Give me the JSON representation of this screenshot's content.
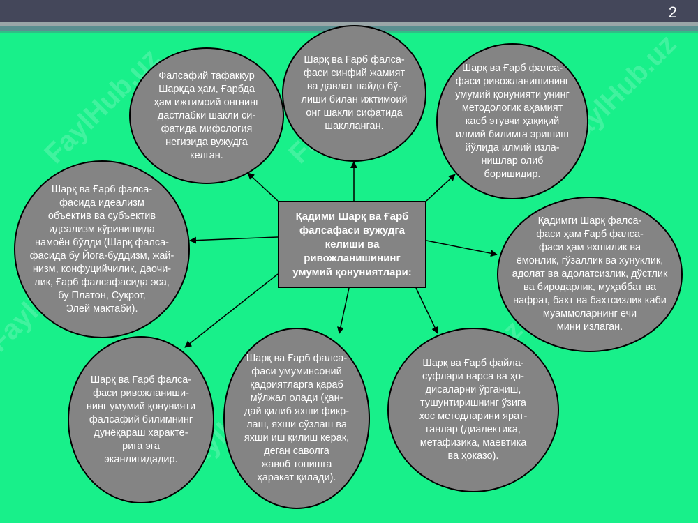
{
  "slide": {
    "page_number": "2",
    "watermark": "FaylHub.uz",
    "center": "Қадими Шарқ ва Ғарб\nфалсафаси вужудга\nкелиши ва\nривожланишининг\nумумий қонуниятлари:",
    "nodes": [
      "Фалсафий тафаккур\nШарқда ҳам, Ғарбда\nҳам ижтимоий онгнинг\nдастлабки шакли си-\nфатида мифология\nнегизида вужудга\nкелган.",
      "Шарқ ва Ғарб фалса-\nфаси синфий жамият\nва давлат пайдо бў-\nлиши билан ижтимоий\nонг шакли сифатида\nшаклланган.",
      "Шарқ ва Ғарб фалса-\nфаси ривожланишининг\nумумий қонунияти унинг\nметодологик аҳамият\nкасб этувчи ҳақиқий\nилмий билимга эришиш\nйўлида илмий изла-\nнишлар олиб\nборишидир.",
      "Шарқ ва Ғарб фалса-\nфасида идеализм\nобъектив ва субъектив\nидеализм кўринишида\nнамоён бўлди (Шарқ фалса-\nфасида бу Йога-буддизм, жай-\nнизм, конфуцийчилик, даочи-\nлик, Ғарб фалсафасида эса,\nбу Платон, Суқрот,\nЭлей мактаби).",
      "Қадимги Шарқ фалса-\nфаси ҳам Ғарб фалса-\nфаси ҳам яхшилик ва\nёмонлик, гўзаллик ва хунуклик,\nадолат ва адолатсизлик, дўстлик\nва биродарлик, муҳаббат ва\nнафрат, бахт ва бахтсизлик каби\nмуаммоларнинг ечи\nмини излаган.",
      "Шарқ ва Ғарб фалса-\nфаси ривожланиши-\nнинг умумий қонунияти\nфалсафий билимнинг\nдунёқараш характе-\nрига эга\nэканлигидадир.",
      "Шарқ ва Ғарб фалса-\nфаси умуминсоний\nқадриятларга қараб\nмўлжал олади (қан-\nдай қилиб яхши фикр-\nлаш, яхши сўзлаш ва\nяхши иш қилиш керак,\nдеган саволга\nжавоб топишга\nҳаракат қилади).",
      "Шарқ ва Ғарб файла-\nсуфлари нарса ва ҳо-\nдисаларни ўрганиш,\nтушунтиришнинг ўзига\nхос  методларини ярат-\nганлар (диалектика,\nметафизика, маевтика\nва ҳоказо)."
    ]
  }
}
